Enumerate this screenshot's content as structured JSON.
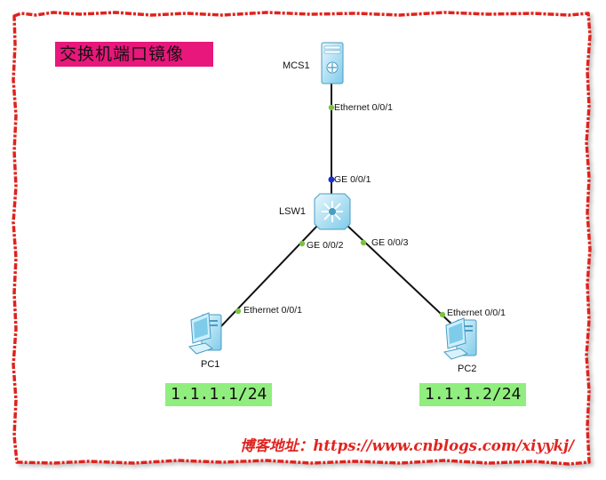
{
  "title": "交换机端口镜像",
  "devices": {
    "mcs": {
      "name": "MCS1",
      "icon": "server-icon"
    },
    "switch": {
      "name": "LSW1",
      "icon": "switch-icon"
    },
    "pc1": {
      "name": "PC1",
      "icon": "computer-icon",
      "ip": "1.1.1.1/24"
    },
    "pc2": {
      "name": "PC2",
      "icon": "computer-icon",
      "ip": "1.1.1.2/24"
    }
  },
  "ports": {
    "mcs_eth": "Ethernet 0/0/1",
    "sw_ge1": "GE 0/0/1",
    "sw_ge2": "GE 0/0/2",
    "sw_ge3": "GE 0/0/3",
    "pc1_eth": "Ethernet 0/0/1",
    "pc2_eth": "Ethernet 0/0/1"
  },
  "footer": "博客地址：https://www.cnblogs.com/xiyykj/",
  "colors": {
    "border": "#e0241f",
    "title_bg": "#e8177b",
    "ip_bg": "#90ee7e",
    "port_dot": "#7cc242",
    "port_dot_blue": "#1a2fd6",
    "device": "#a9e0f5"
  }
}
